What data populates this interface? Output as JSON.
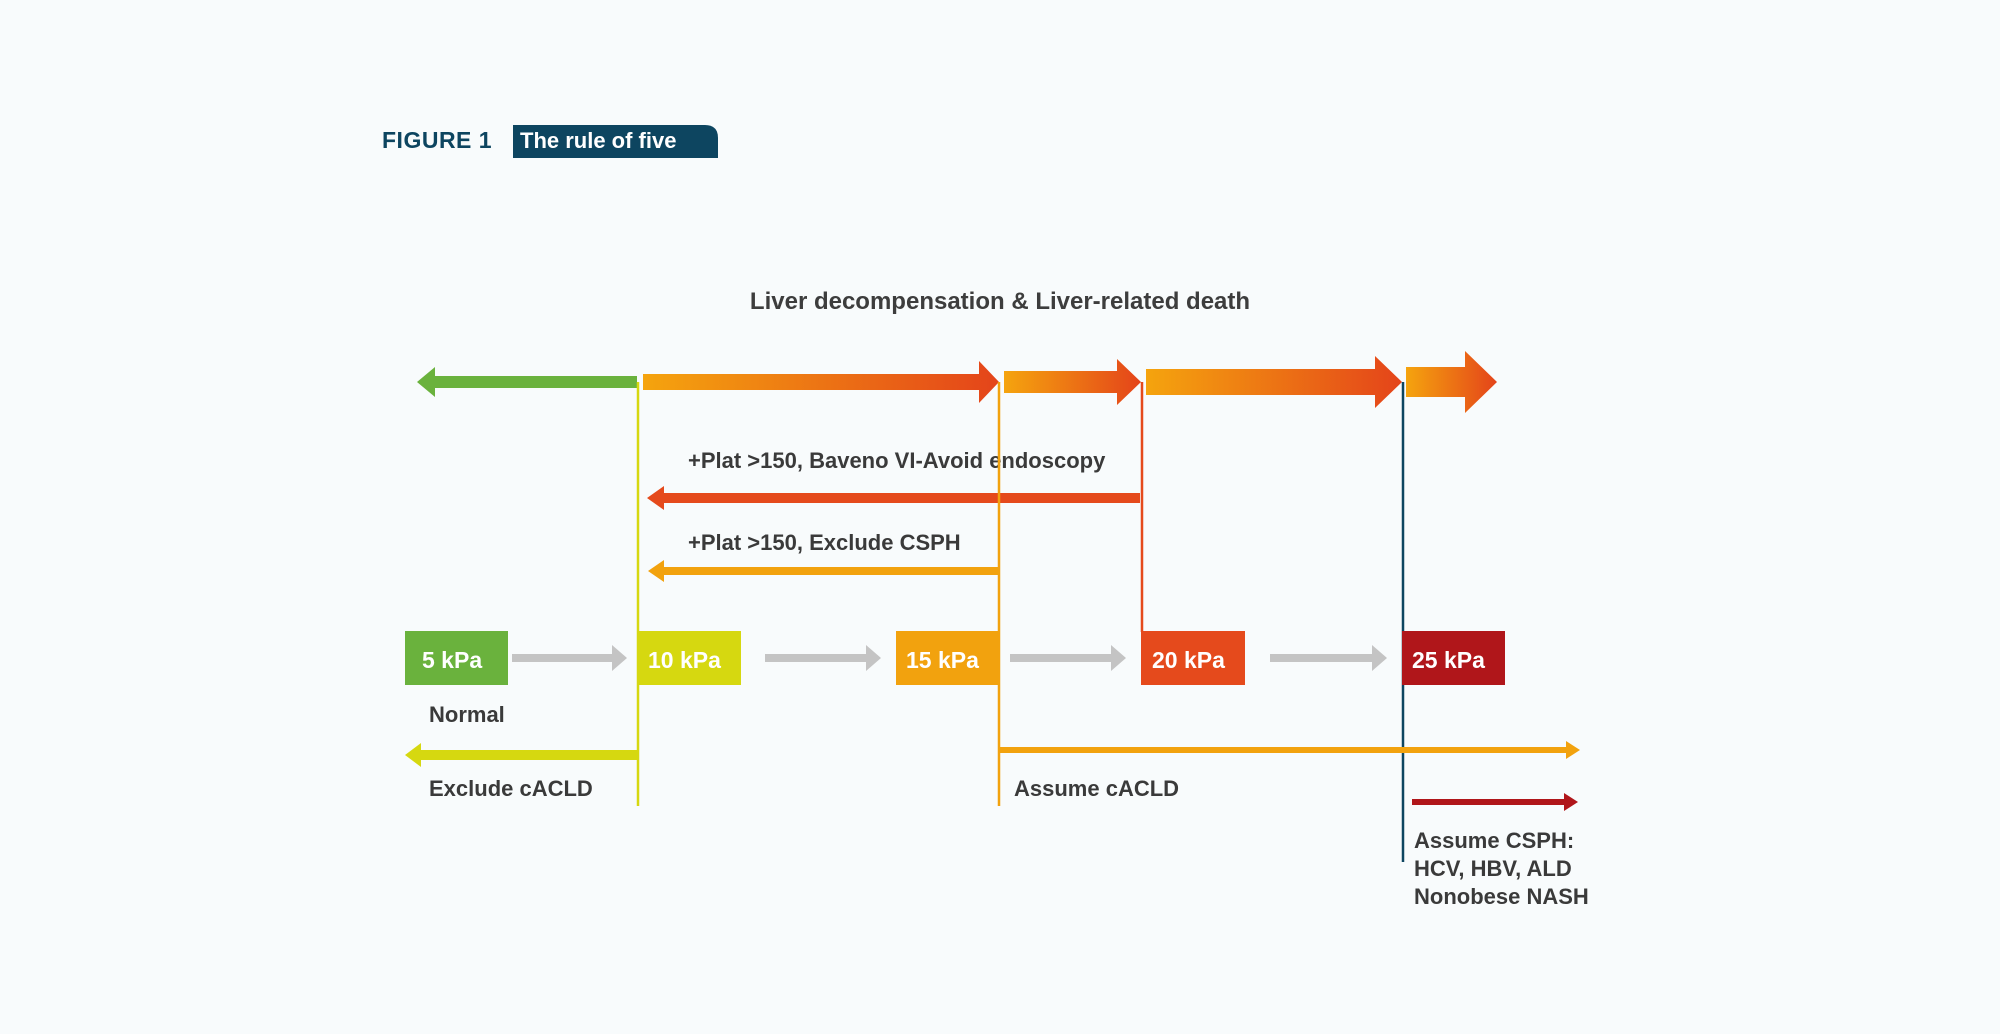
{
  "figure": {
    "label": "FIGURE 1",
    "title": "The rule of five"
  },
  "diagram": {
    "title": "Liver decompensation & Liver-related death",
    "notes": {
      "baveno": "+Plat >150, Baveno VI-Avoid endoscopy",
      "exclude_csph": "+Plat >150, Exclude CSPH",
      "normal": "Normal",
      "exclude_cacld": "Exclude cACLD",
      "assume_cacld": "Assume cACLD",
      "assume_csph": [
        "Assume CSPH:",
        "HCV, HBV, ALD",
        "Nonobese NASH"
      ]
    },
    "thresholds": [
      {
        "label": "5 kPa",
        "color": "#6ab23d"
      },
      {
        "label": "10 kPa",
        "color": "#d6d810"
      },
      {
        "label": "15 kPa",
        "color": "#f2a20e"
      },
      {
        "label": "20 kPa",
        "color": "#e54a1c"
      },
      {
        "label": "25 kPa",
        "color": "#b0161a"
      }
    ],
    "colors": {
      "green": "#6ab23d",
      "yellow": "#d6d810",
      "orange": "#f2a20e",
      "red_orange": "#e54a1c",
      "dark_red": "#b0161a",
      "navy": "#0d4560",
      "grey_arrow": "#c4c4c4"
    }
  }
}
